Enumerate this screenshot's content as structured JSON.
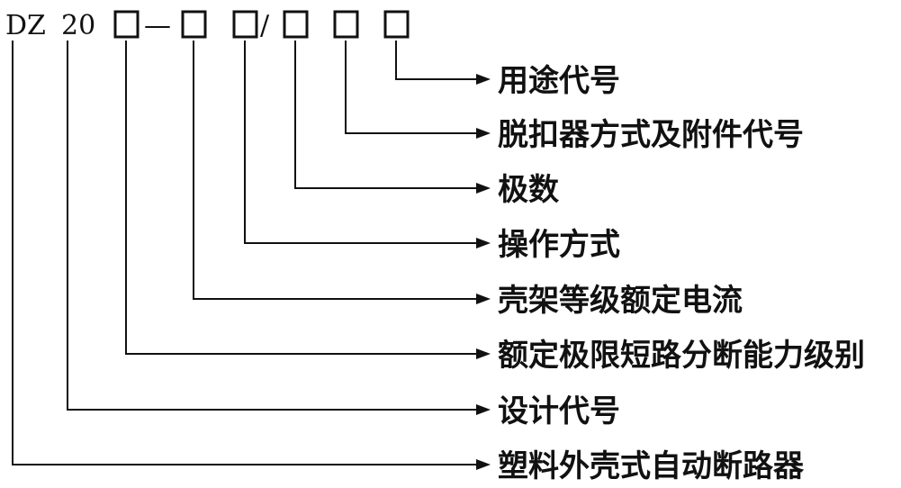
{
  "model_code": {
    "prefix": "DZ",
    "design_number": "20",
    "dash": "—",
    "slash": "/"
  },
  "labels": [
    "用途代号",
    "脱扣器方式及附件代号",
    "极数",
    "操作方式",
    "壳架等级额定电流",
    "额定极限短路分断能力级别",
    "设计代号",
    "塑料外壳式自动断路器"
  ]
}
